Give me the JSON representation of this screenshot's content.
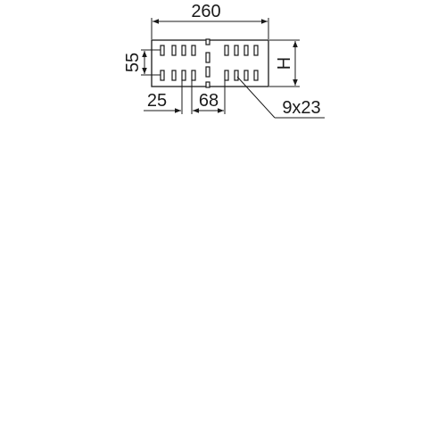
{
  "diagram": {
    "labels": {
      "total_width": "260",
      "row_pitch": "55",
      "height": "H",
      "edge_offset": "25",
      "slot_pitch": "68",
      "slot_size": "9x23"
    },
    "colors": {
      "ink": "#1a1a1a",
      "background": "#ffffff"
    }
  }
}
